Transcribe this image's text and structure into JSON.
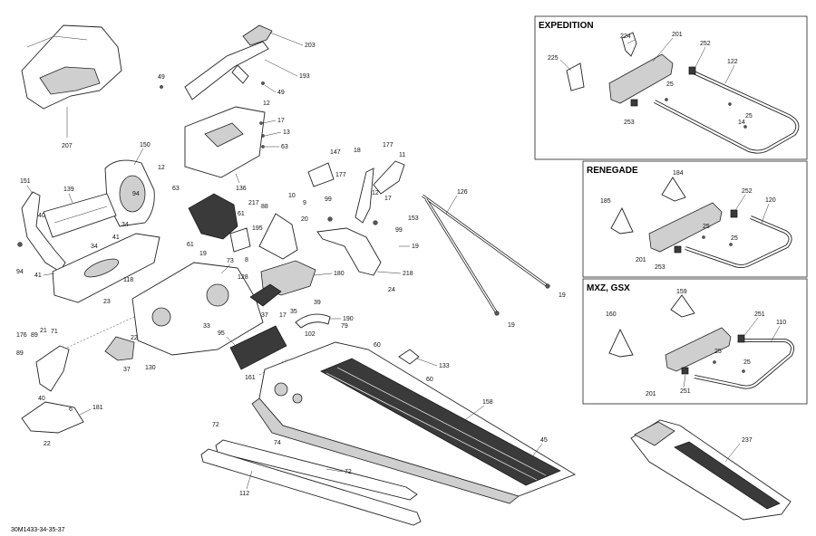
{
  "panels": {
    "expedition": "EXPEDITION",
    "renegade": "RENEGADE",
    "mxz": "MXZ, GSX"
  },
  "doc_id": "30M1433-34-35-37",
  "callouts": {
    "c203": "203",
    "c193": "193",
    "c49a": "49",
    "c49b": "49",
    "c12a": "12",
    "c17a": "17",
    "c13": "13",
    "c63a": "63",
    "c150": "150",
    "c12b": "12",
    "c63b": "63",
    "c136": "136",
    "c207": "207",
    "c151": "151",
    "c139": "139",
    "c94a": "94",
    "c40a": "40",
    "c34a": "34",
    "c41a": "41",
    "c34b": "34",
    "c94b": "94",
    "c41b": "41",
    "c118": "118",
    "c23": "23",
    "c73": "73",
    "c33": "33",
    "c217": "217",
    "c61a": "61",
    "c88": "88",
    "c195": "195",
    "c61b": "61",
    "c19a": "19",
    "c147": "147",
    "c18": "18",
    "c177a": "177",
    "c11": "11",
    "c10": "10",
    "c9": "9",
    "c99a": "99",
    "c177b": "177",
    "c12c": "12",
    "c17b": "17",
    "c20": "20",
    "c99b": "99",
    "c153": "153",
    "c19b": "19",
    "c218": "218",
    "c24": "24",
    "c126": "126",
    "c19c": "19",
    "c19d": "19",
    "c8": "8",
    "c180": "180",
    "c128": "128",
    "c35": "35",
    "c37a": "37",
    "c17c": "17",
    "c39": "39",
    "c190": "190",
    "c79": "79",
    "c102": "102",
    "c95": "95",
    "c60a": "60",
    "c133": "133",
    "c60b": "60",
    "c161": "161",
    "c176": "176",
    "c89a": "89",
    "c21": "21",
    "c71": "71",
    "c89b": "89",
    "c22a": "22",
    "c37b": "37",
    "c130": "130",
    "c40b": "40",
    "c6": "6",
    "c181": "181",
    "c22b": "22",
    "c158": "158",
    "c72a": "72",
    "c74": "74",
    "c45": "45",
    "c72b": "72",
    "c112": "112",
    "c237": "237",
    "c224": "224",
    "c201a": "201",
    "c252a": "252",
    "c225": "225",
    "c122": "122",
    "c25a": "25",
    "c253a": "253",
    "c25b": "25",
    "c14": "14",
    "c184": "184",
    "c185": "185",
    "c252b": "252",
    "c120": "120",
    "c25c": "25",
    "c25d": "25",
    "c201b": "201",
    "c253b": "253",
    "c159": "159",
    "c160": "160",
    "c251a": "251",
    "c110": "110",
    "c25e": "25",
    "c25f": "25",
    "c201c": "201",
    "c251b": "251"
  },
  "colors": {
    "line": "#222222",
    "shade": "#cfcfcf",
    "dark": "#3a3a3a",
    "background": "#ffffff"
  }
}
